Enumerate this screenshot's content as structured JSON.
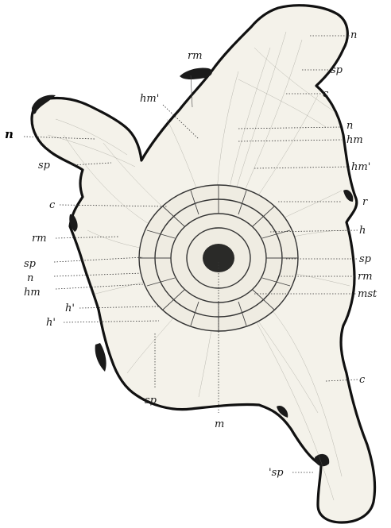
{
  "figure": {
    "labels": {
      "n_top": "n",
      "sp_top": "sp",
      "c_top": "c",
      "n_mid": "n",
      "hm_mid": "hm",
      "hmp_right": "hm'",
      "r": "r",
      "h_right": "h",
      "sp_right": "sp",
      "rm_right": "rm",
      "mst": "mst",
      "c_right": "c",
      "sp_bottom_right": "'sp",
      "m": "m",
      "sp_bottom": "sp",
      "hp_left_low": "h'",
      "hp_left": "h'",
      "hm_left": "hm",
      "n_left": "n",
      "sp_left": "sp",
      "rm_left": "rm",
      "c_left": "c",
      "sp_arm": "sp",
      "n_arm": "n",
      "rm_top": "rm",
      "hmp_top": "hm'"
    }
  }
}
